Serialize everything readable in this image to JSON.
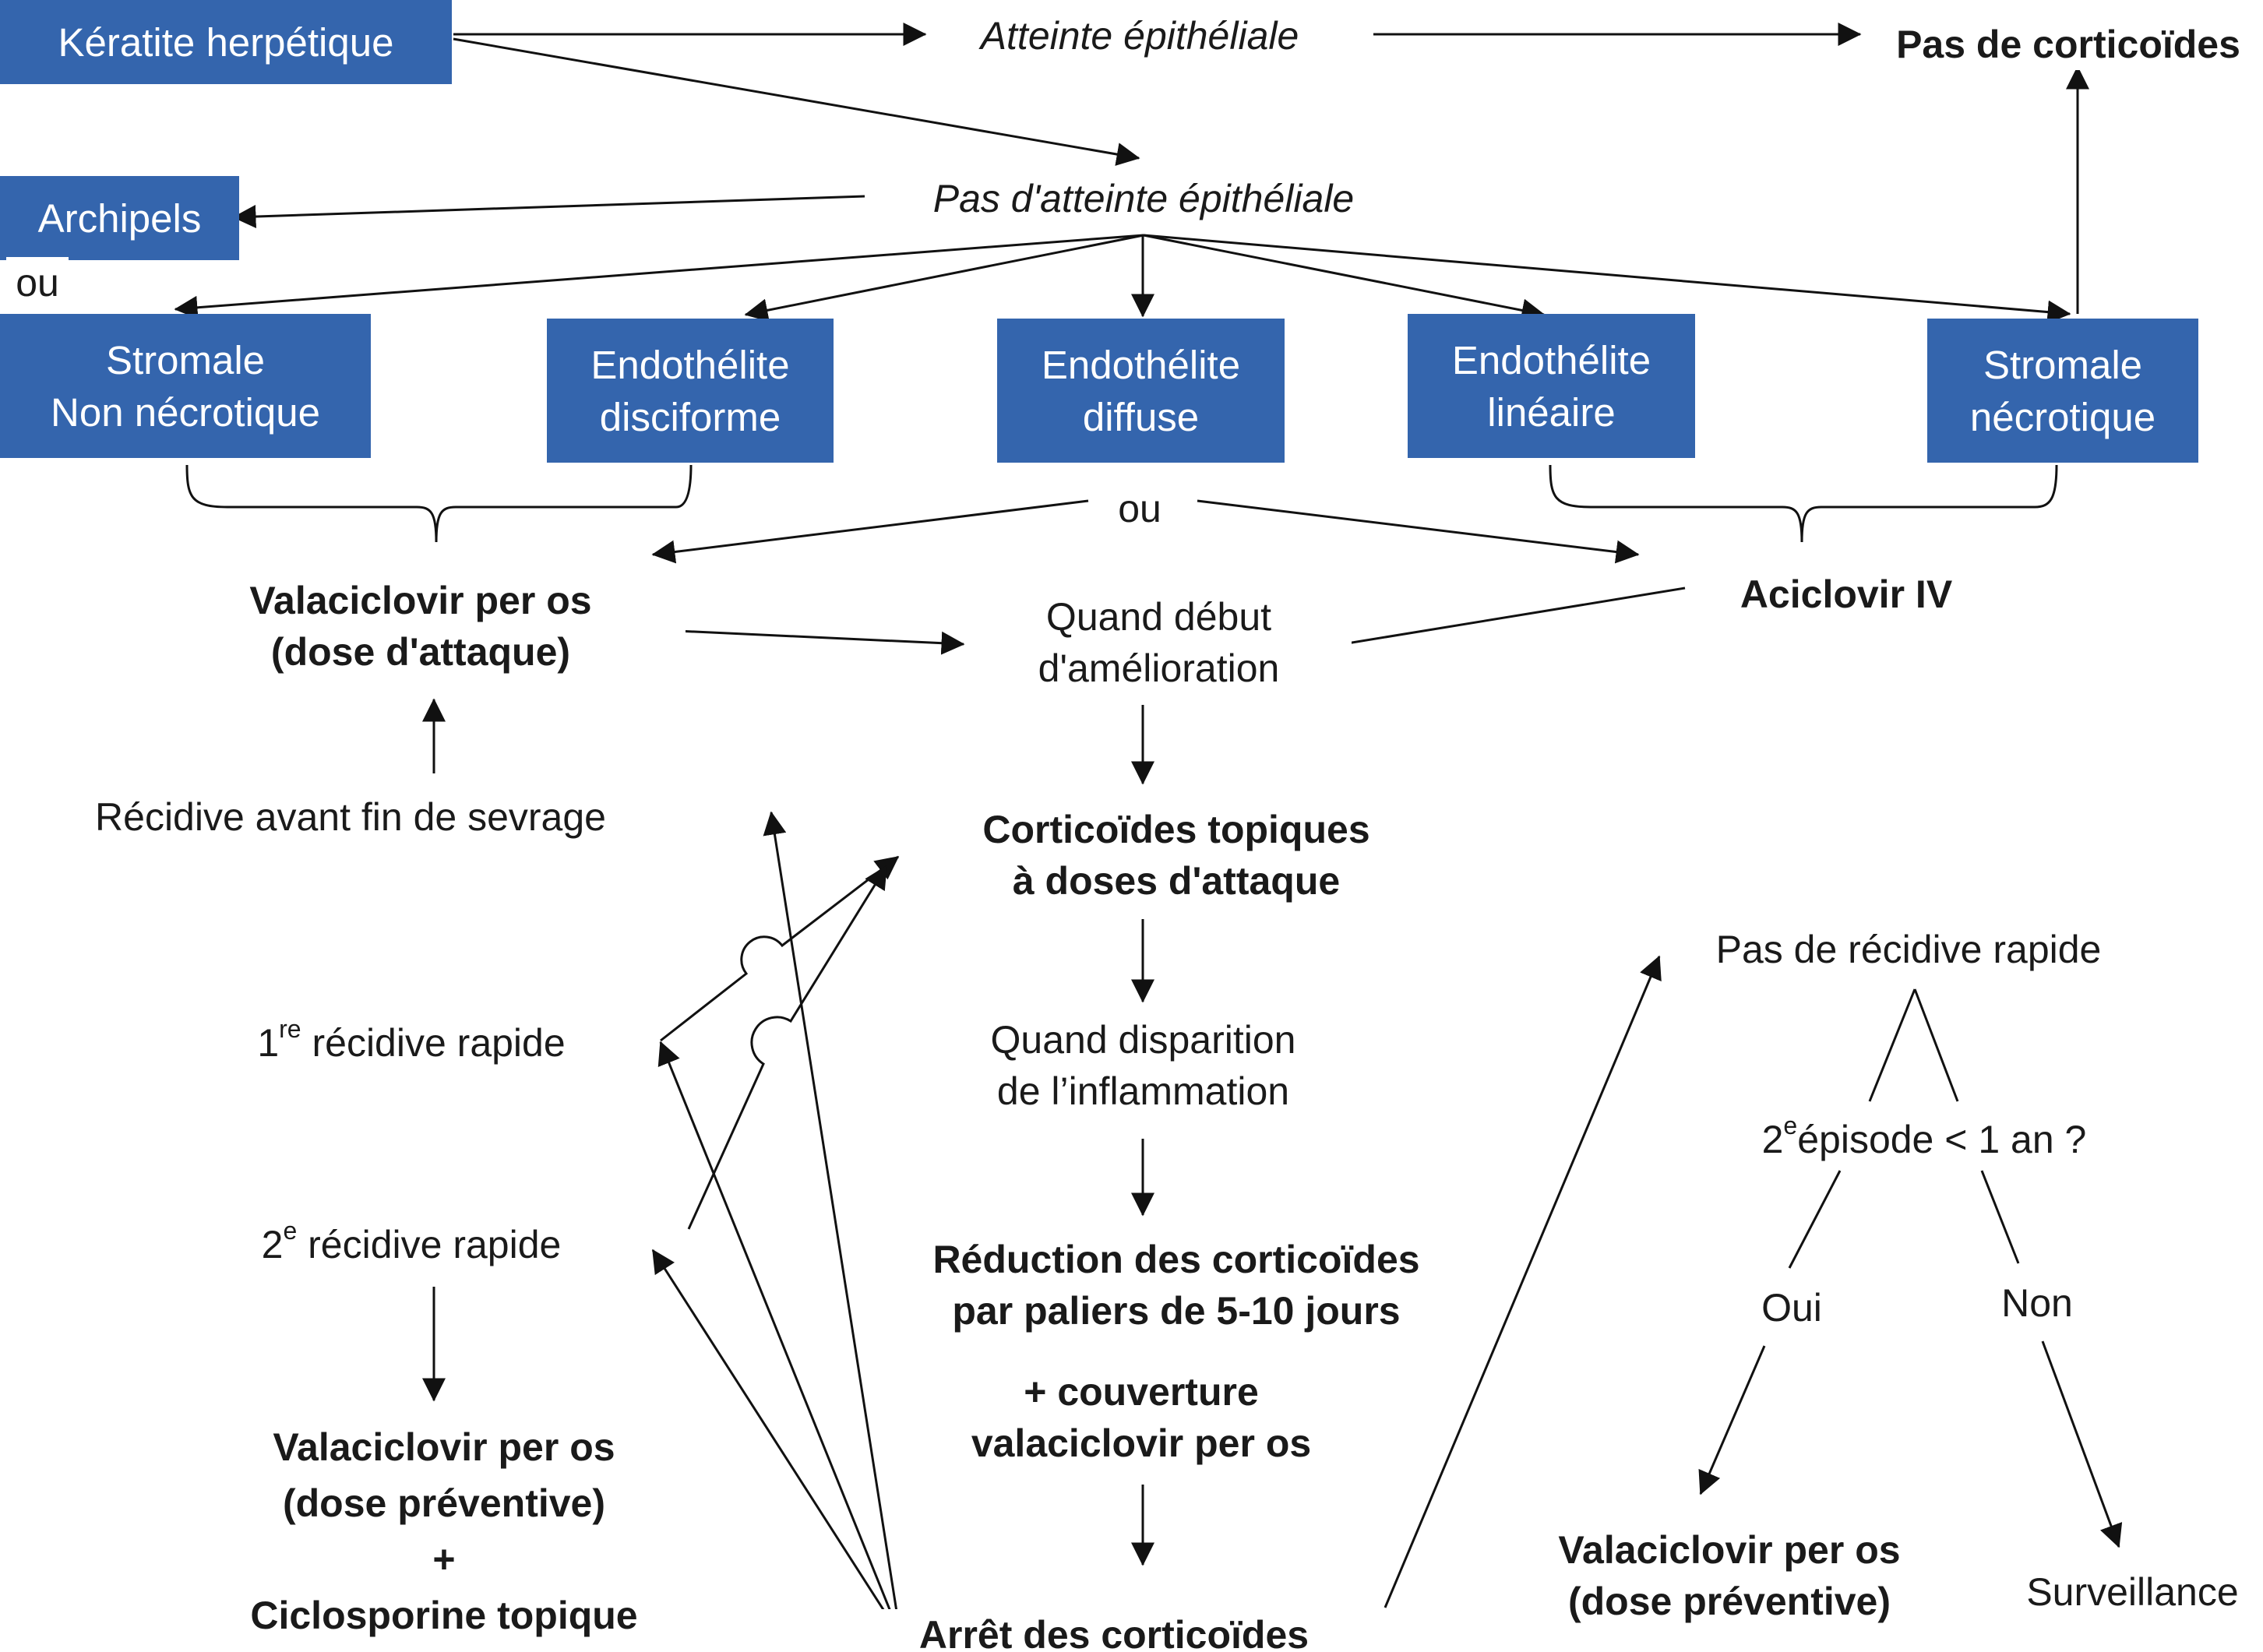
{
  "nodes": {
    "keratite": "Kératite herpétique",
    "atteinte_epi": "Atteinte épithéliale",
    "pas_corticoides": "Pas de corticoïdes",
    "pas_atteinte_epi": "Pas d'atteinte épithéliale",
    "archipels": "Archipels",
    "ou_1": "ou",
    "stromale_nn": [
      "Stromale",
      "Non nécrotique"
    ],
    "endo_disci": [
      "Endothélite",
      "disciforme"
    ],
    "endo_diffuse": [
      "Endothélite",
      "diffuse"
    ],
    "endo_lineaire": [
      "Endothélite",
      "linéaire"
    ],
    "stromale_n": [
      "Stromale",
      "nécrotique"
    ],
    "ou_2": "ou",
    "valaci_attaque": [
      "Valaciclovir per os",
      "(dose d'attaque)"
    ],
    "aciclovir_iv": "Aciclovir IV",
    "quand_debut": [
      "Quand début",
      "d'amélioration"
    ],
    "recidive_avant": "Récidive avant fin de sevrage",
    "cortico_topiques": [
      "Corticoïdes topiques",
      "à doses d'attaque"
    ],
    "recidive_1_num": "1",
    "recidive_1_sup": "re",
    "recidive_1_text": " récidive rapide",
    "quand_disparition": [
      "Quand disparition",
      "de l’inflammation"
    ],
    "recidive_2_num": "2",
    "recidive_2_sup": "e",
    "recidive_2_text": " récidive rapide",
    "reduction": [
      "Réduction des corticoïdes",
      "par paliers de 5-10 jours"
    ],
    "couverture": [
      "+ couverture",
      "valaciclovir per os"
    ],
    "valaci_prev_left": [
      "Valaciclovir per os",
      "(dose préventive)",
      "+",
      "Ciclosporine topique"
    ],
    "arret": "Arrêt des corticoïdes",
    "pas_recidive": "Pas de récidive rapide",
    "episode_num": "2",
    "episode_sup": "e",
    "episode_text": "épisode < 1 an ?",
    "oui": "Oui",
    "non": "Non",
    "valaci_prev_right": [
      "Valaciclovir per os",
      "(dose préventive)"
    ],
    "surveillance": "Surveillance"
  },
  "colors": {
    "box_fill": "#3465ad",
    "box_text": "#ffffff",
    "text": "#1a1a1a",
    "line": "#111111"
  }
}
